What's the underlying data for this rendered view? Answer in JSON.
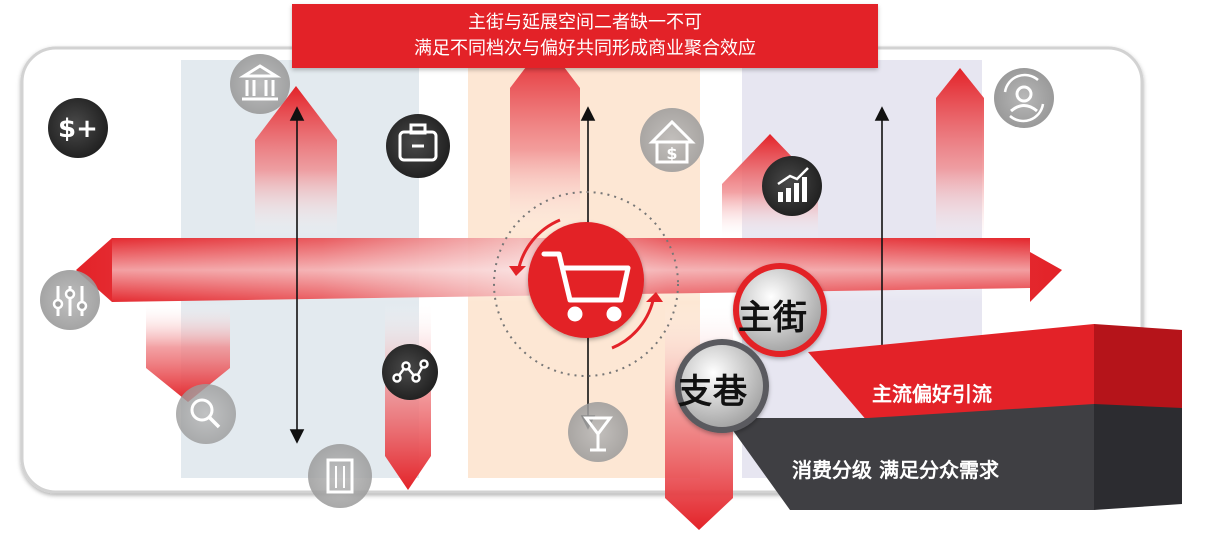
{
  "banner": {
    "line1": "主街与延展空间二者缺一不可",
    "line2": "满足不同档次与偏好共同形成商业聚合效应"
  },
  "main_street": {
    "label": "主街",
    "tag": "主流偏好引流"
  },
  "alley": {
    "label": "支巷",
    "tag": "消费分级 满足分众需求"
  },
  "colors": {
    "brand_red": "#e32228",
    "dark_red": "#b5141a",
    "dark_grey": "#3f3f43",
    "zone_blue": "#e3eaef",
    "zone_orange": "#fde7d4",
    "zone_purple": "#e7e6f1"
  },
  "icons": [
    "dollar-plus-icon",
    "bank-icon",
    "briefcase-icon",
    "house-dollar-icon",
    "growth-chart-icon",
    "user-cycle-icon",
    "equalizer-icon",
    "search-icon",
    "nodes-icon",
    "building-icon",
    "wine-glass-icon",
    "shopping-cart-icon"
  ]
}
